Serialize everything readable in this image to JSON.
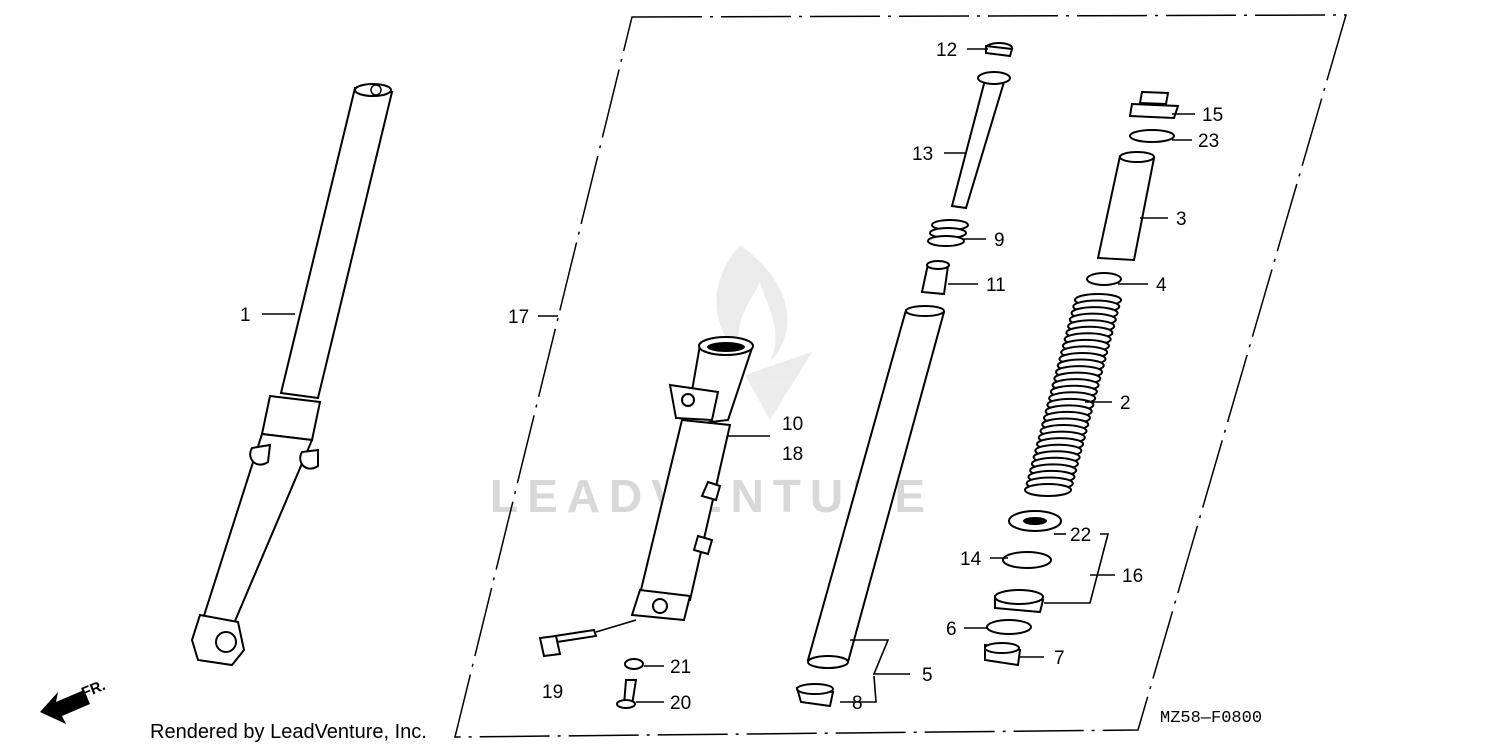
{
  "watermark": "LEADVENTURE",
  "footer": {
    "rendered_by": "Rendered by LeadVenture, Inc.",
    "diagram_code": "MZ58—F0800"
  },
  "front_indicator": {
    "label": "FR.",
    "icon": "front-arrow-icon"
  },
  "callouts": {
    "c1": "1",
    "c2": "2",
    "c3": "3",
    "c4": "4",
    "c5": "5",
    "c6": "6",
    "c7": "7",
    "c8": "8",
    "c9": "9",
    "c10": "10",
    "c11": "11",
    "c12": "12",
    "c13": "13",
    "c14": "14",
    "c15": "15",
    "c16": "16",
    "c17": "17",
    "c18": "18",
    "c19": "19",
    "c20": "20",
    "c21": "21",
    "c22": "22",
    "c23": "23"
  }
}
